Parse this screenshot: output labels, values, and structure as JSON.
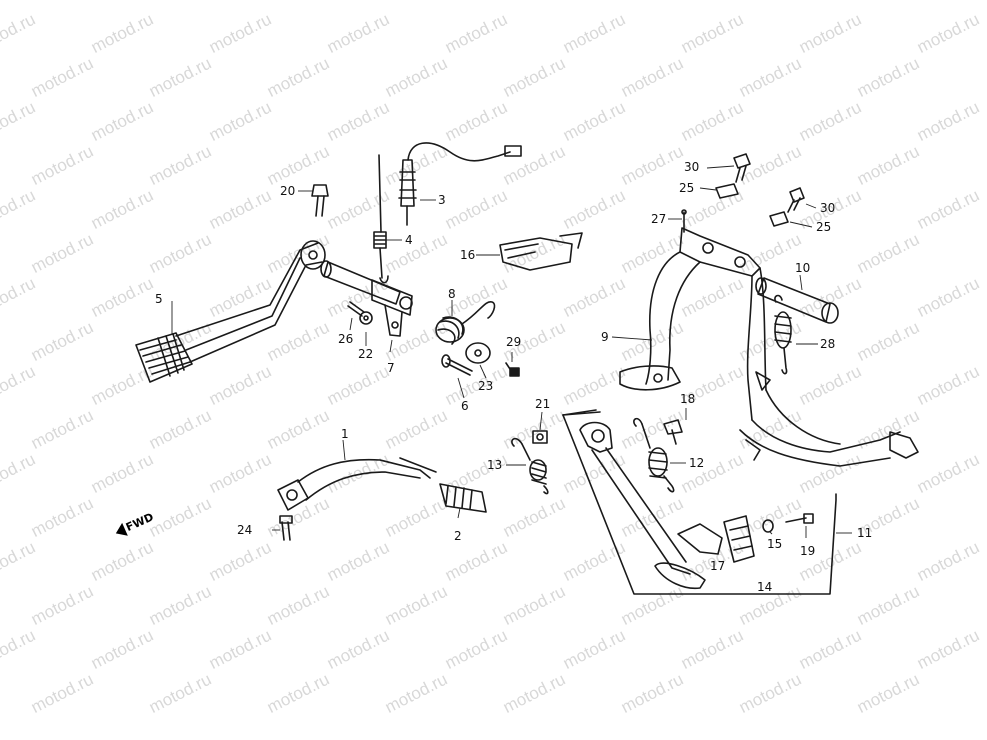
{
  "watermark": {
    "text": "motod.ru",
    "color": "#b9b9b9"
  },
  "fwd_label": "FWD",
  "callouts": [
    {
      "id": "c1",
      "text": "1"
    },
    {
      "id": "c2",
      "text": "2"
    },
    {
      "id": "c3",
      "text": "3"
    },
    {
      "id": "c4",
      "text": "4"
    },
    {
      "id": "c5",
      "text": "5"
    },
    {
      "id": "c6",
      "text": "6"
    },
    {
      "id": "c7",
      "text": "7"
    },
    {
      "id": "c8",
      "text": "8"
    },
    {
      "id": "c9",
      "text": "9"
    },
    {
      "id": "c10",
      "text": "10"
    },
    {
      "id": "c11",
      "text": "11"
    },
    {
      "id": "c12",
      "text": "12"
    },
    {
      "id": "c13",
      "text": "13"
    },
    {
      "id": "c14",
      "text": "14"
    },
    {
      "id": "c15",
      "text": "15"
    },
    {
      "id": "c16",
      "text": "16"
    },
    {
      "id": "c17",
      "text": "17"
    },
    {
      "id": "c18",
      "text": "18"
    },
    {
      "id": "c19",
      "text": "19"
    },
    {
      "id": "c20",
      "text": "20"
    },
    {
      "id": "c21",
      "text": "21"
    },
    {
      "id": "c22",
      "text": "22"
    },
    {
      "id": "c23",
      "text": "23"
    },
    {
      "id": "c24",
      "text": "24"
    },
    {
      "id": "c25a",
      "text": "25"
    },
    {
      "id": "c25b",
      "text": "25"
    },
    {
      "id": "c26",
      "text": "26"
    },
    {
      "id": "c27",
      "text": "27"
    },
    {
      "id": "c28",
      "text": "28"
    },
    {
      "id": "c29",
      "text": "29"
    },
    {
      "id": "c30a",
      "text": "30"
    },
    {
      "id": "c30b",
      "text": "30"
    }
  ]
}
